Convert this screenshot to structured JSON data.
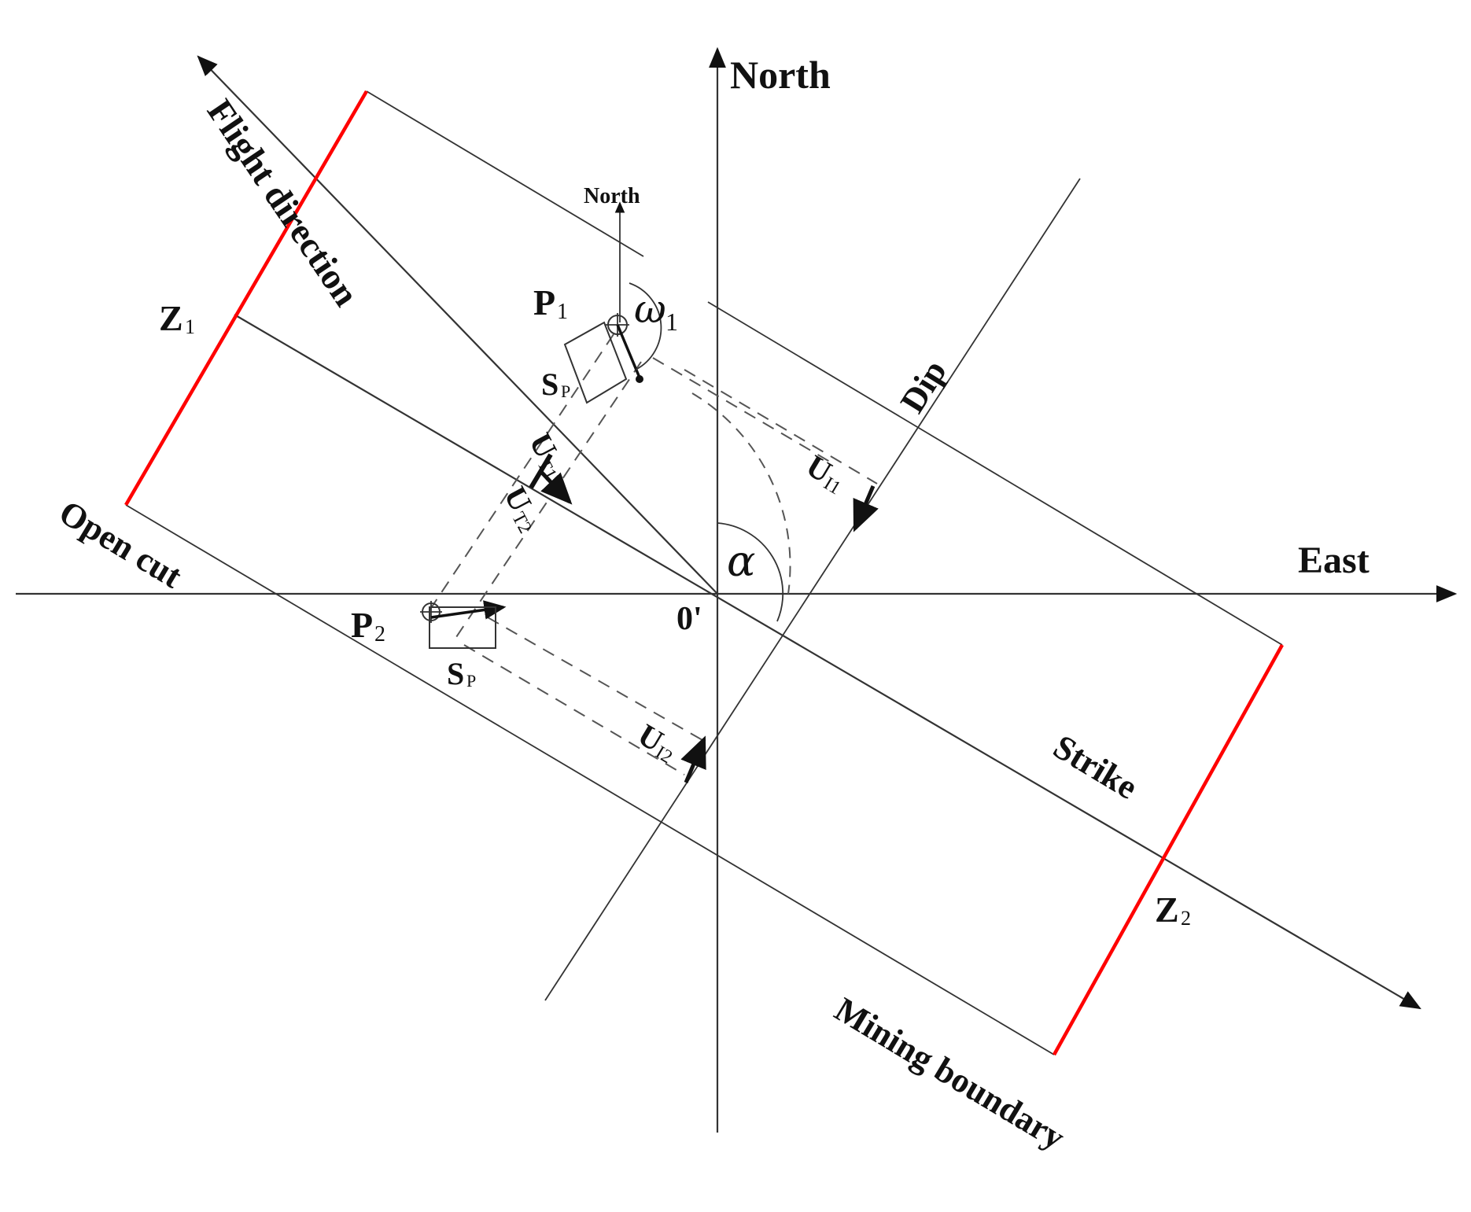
{
  "labels": {
    "north_main": "North",
    "east": "East",
    "north_small": "North",
    "flight_direction": "Flight direction",
    "dip": "Dip",
    "strike": "Strike",
    "open_cut": "Open cut",
    "mining_boundary": "Mining boundary",
    "origin": "0'",
    "alpha": "α",
    "omega": "ω",
    "omega_sub": "1",
    "p1": "P",
    "p1_sub": "1",
    "p2": "P",
    "p2_sub": "2",
    "sp1": "S",
    "sp1_sub": "P",
    "sp2": "S",
    "sp2_sub": "P",
    "z1": "Z",
    "z1_sub": "1",
    "z2": "Z",
    "z2_sub": "2",
    "ut1": "U",
    "ut1_sub": "T1",
    "ut2": "U",
    "ut2_sub": "T2",
    "ui1": "U",
    "ui1_sub": "I1",
    "ui2": "U",
    "ui2_sub": "I2"
  },
  "colors": {
    "boundary_red": "#ff0000",
    "lines": "#333333"
  }
}
